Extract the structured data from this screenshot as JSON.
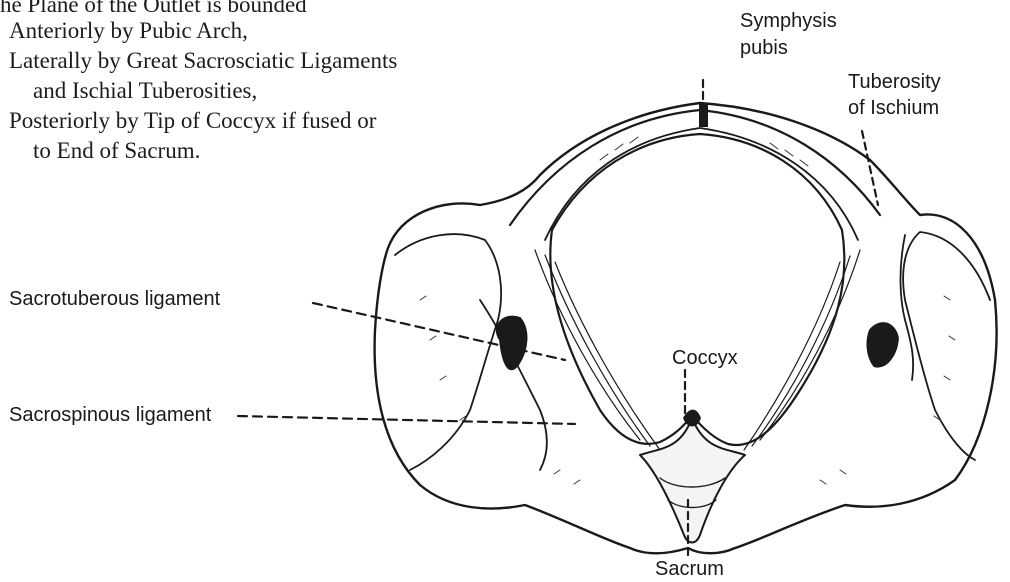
{
  "description_text": {
    "heading": "The Plane of the Outlet is bounded",
    "lines": [
      "Anteriorly by Pubic Arch,",
      "Laterally by Great Sacrosciatic Ligaments",
      "and Ischial Tuberosities,",
      "Posteriorly by Tip of Coccyx if fused or",
      "to End of Sacrum."
    ]
  },
  "labels": {
    "symphysis_pubis_line1": "Symphysis",
    "symphysis_pubis_line2": "pubis",
    "tuberosity_line1": "Tuberosity",
    "tuberosity_line2": "of Ischium",
    "sacrotuberous": "Sacrotuberous ligament",
    "coccyx": "Coccyx",
    "sacrospinous": "Sacrospinous ligament",
    "sacrum": "Sacrum"
  },
  "colors": {
    "ink": "#1a1a1a",
    "paper": "#ffffff"
  }
}
